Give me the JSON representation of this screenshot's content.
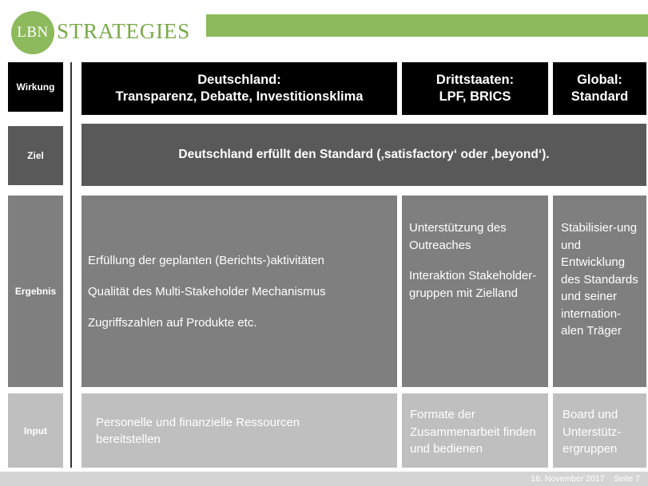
{
  "logo": {
    "lbn": "LBN",
    "strategies": "STRATEGIES"
  },
  "rows": {
    "wirkung": "Wirkung",
    "ziel": "Ziel",
    "ergebnis": "Ergebnis",
    "input": "Input"
  },
  "wirkung": {
    "deutschland_line1": "Deutschland:",
    "deutschland_line2": "Transparenz, Debatte, Investitionsklima",
    "drittstaaten_line1": "Drittstaaten:",
    "drittstaaten_line2": "LPF, BRICS",
    "global_line1": "Global:",
    "global_line2": "Standard"
  },
  "ziel": {
    "text": "Deutschland erfüllt den Standard (‚satisfactory‘ oder ‚beyond‘)."
  },
  "ergebnis": {
    "col1": [
      "Erfüllung der geplanten (Berichts-)aktivitäten",
      "Qualität des Multi-Stakeholder Mechanismus",
      "Zugriffszahlen auf Produkte etc."
    ],
    "col2_p1": "Unterstützung des Outreaches",
    "col2_p2": "Interaktion Stakeholder-gruppen mit Zielland",
    "col3": "Stabilisier-ung und Entwicklung des Standards und seiner internation-alen Träger"
  },
  "input": {
    "col1": "Personelle und finanzielle Ressourcen bereitstellen",
    "col2": "Formate der Zusammenarbeit finden und bedienen",
    "col3": "Board und Unterstütz-ergruppen"
  },
  "footer": {
    "date": "16. November 2017",
    "page": "Seite 7"
  },
  "colors": {
    "green": "#8dba5c",
    "black": "#000000",
    "dark_gray": "#595959",
    "mid_gray": "#7f7f7f",
    "light_gray": "#bfbfbf"
  }
}
